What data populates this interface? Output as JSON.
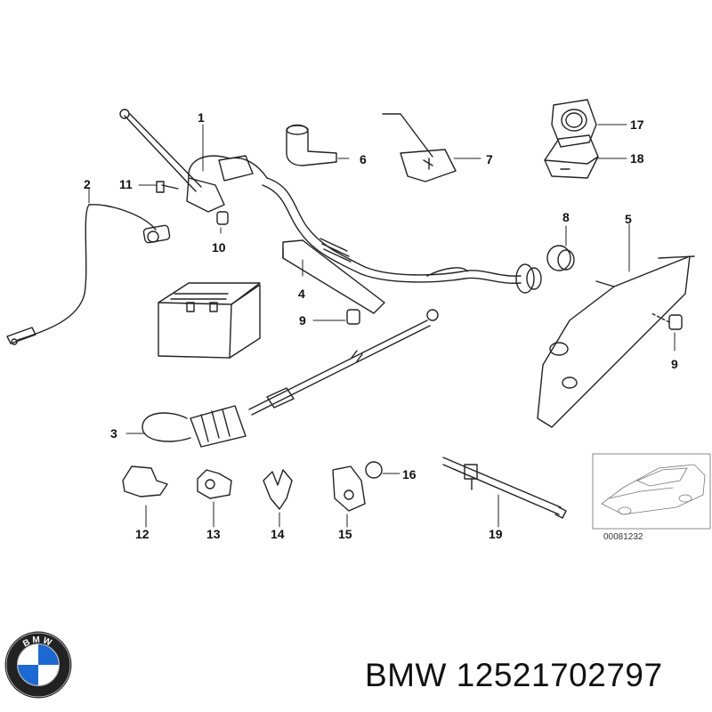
{
  "diagram": {
    "part_numbers": [
      "1",
      "2",
      "3",
      "4",
      "5",
      "6",
      "7",
      "8",
      "9",
      "9",
      "10",
      "11",
      "12",
      "13",
      "14",
      "15",
      "16",
      "17",
      "18",
      "19"
    ],
    "reference_code": "00081232"
  },
  "footer": {
    "brand": "BMW",
    "part_number": "12521702797",
    "text": "BMW 12521702797",
    "logo_letters": "BMW",
    "logo_colors": {
      "blue": "#1c69d4",
      "white": "#ffffff",
      "ring": "#222222"
    }
  },
  "icons": [
    "bmw-logo-icon",
    "car-thumbnail-icon"
  ]
}
